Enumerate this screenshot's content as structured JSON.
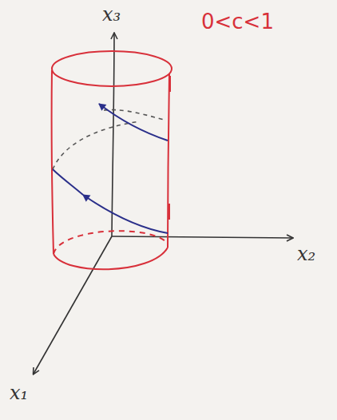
{
  "diagram": {
    "labels": [
      "x₃",
      "x₂",
      "x₁",
      "0<c<1"
    ]
  }
}
